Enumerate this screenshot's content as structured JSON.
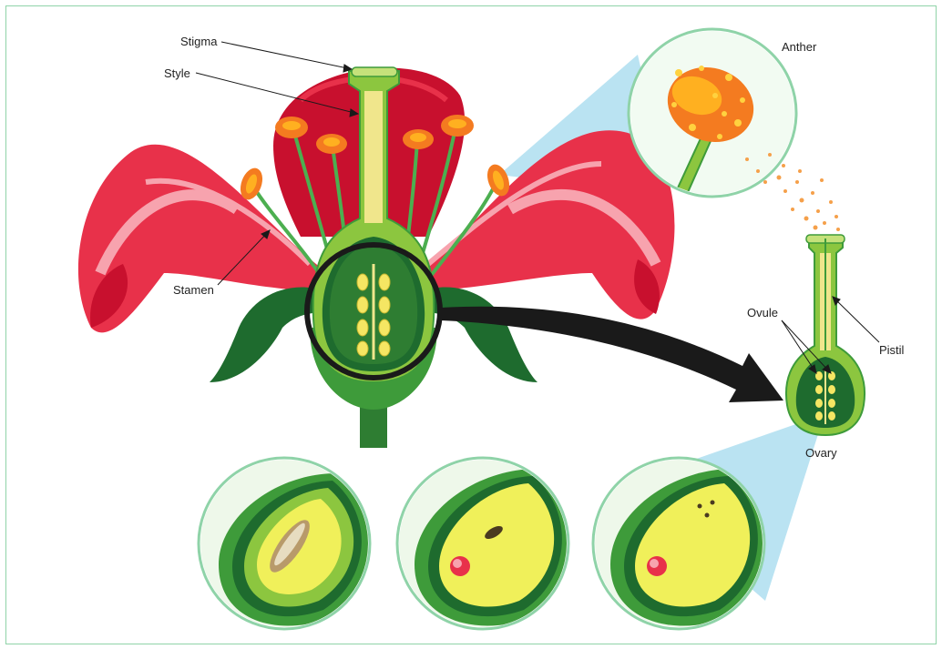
{
  "labels": {
    "stigma": "Stigma",
    "style": "Style",
    "stamen": "Stamen",
    "anther": "Anther",
    "ovule": "Ovule",
    "pistil": "Pistil",
    "ovary": "Ovary"
  },
  "colors": {
    "petal_dark": "#c8102e",
    "petal_mid": "#e8314a",
    "petal_light": "#f7a3ae",
    "green_dark": "#1e6b2e",
    "green_mid": "#3e9b3a",
    "green_light": "#8cc63f",
    "anther_orange": "#f47b20",
    "pollen_yellow": "#ffd23f",
    "zoom_blue": "#a9dcef",
    "frame": "#8fd3a8"
  }
}
